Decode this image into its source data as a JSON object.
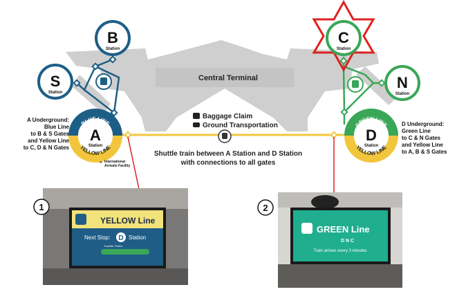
{
  "central_terminal": "Central Terminal",
  "services": {
    "baggage": "Baggage Claim",
    "ground": "Ground Transportation"
  },
  "shuttle": {
    "line1": "Shuttle train between A Station and D Station",
    "line2": "with connections to all gates"
  },
  "stations": {
    "A": {
      "letter": "A",
      "label": "Station",
      "ring_top": "BLUE LINE",
      "ring_bottom": "YELLOW LINE"
    },
    "B": {
      "letter": "B",
      "label": "Station"
    },
    "S": {
      "letter": "S",
      "label": "Station"
    },
    "C": {
      "letter": "C",
      "label": "Station"
    },
    "N": {
      "letter": "N",
      "label": "Station"
    },
    "D": {
      "letter": "D",
      "label": "Station",
      "ring_top": "GREEN LINE",
      "ring_bottom": "YELLOW LINE"
    }
  },
  "a_underground": {
    "l1": "A Underground:",
    "l2": "Blue Line",
    "l3": "to B & S Gates",
    "l4": "and Yellow Line",
    "l5": "to C, D & N Gates"
  },
  "d_underground": {
    "l1": "D Underground:",
    "l2": "Green Line",
    "l3": "to C & N Gates",
    "l4": "and Yellow Line",
    "l5": "to A, B & S Gates"
  },
  "intl": {
    "l1": "International",
    "l2": "Arrivals Facility"
  },
  "photo1": {
    "number": "1",
    "line_name": "YELLOW Line",
    "next_stop": "Next Stop:",
    "station_letter": "D",
    "station_word": "Station",
    "small": "Transfer Trains"
  },
  "photo2": {
    "number": "2",
    "line_name": "GREEN Line",
    "badges": "D N C",
    "arrival": "Train arrives every 3 minutes"
  },
  "colors": {
    "blue": "#1d5e86",
    "green": "#3aa657",
    "yellow": "#f2c63c",
    "red": "#e02020",
    "terminal": "#cfcfcf"
  }
}
